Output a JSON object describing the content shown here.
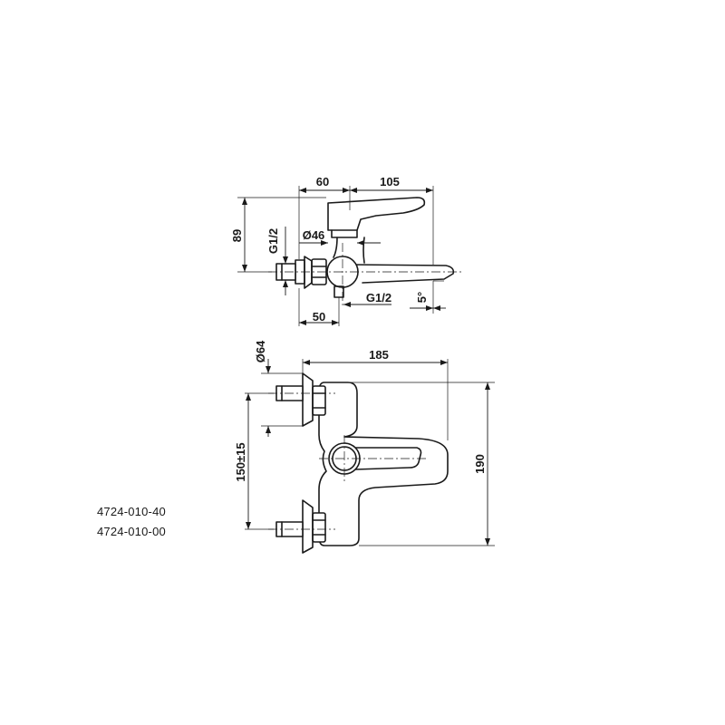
{
  "side_view": {
    "dim_width_body": "60",
    "dim_width_spout": "105",
    "dim_height": "89",
    "dim_thread_inlet": "G1/2",
    "dim_diameter": "Ø46",
    "dim_thread_outlet": "G1/2",
    "dim_angle": "5°",
    "dim_outlet_offset": "50"
  },
  "front_view": {
    "dim_rosette_diameter": "Ø64",
    "dim_total_width": "185",
    "dim_inlet_spacing": "150±15",
    "dim_total_height": "190"
  },
  "product_codes": [
    "4724-010-40",
    "4724-010-00"
  ]
}
